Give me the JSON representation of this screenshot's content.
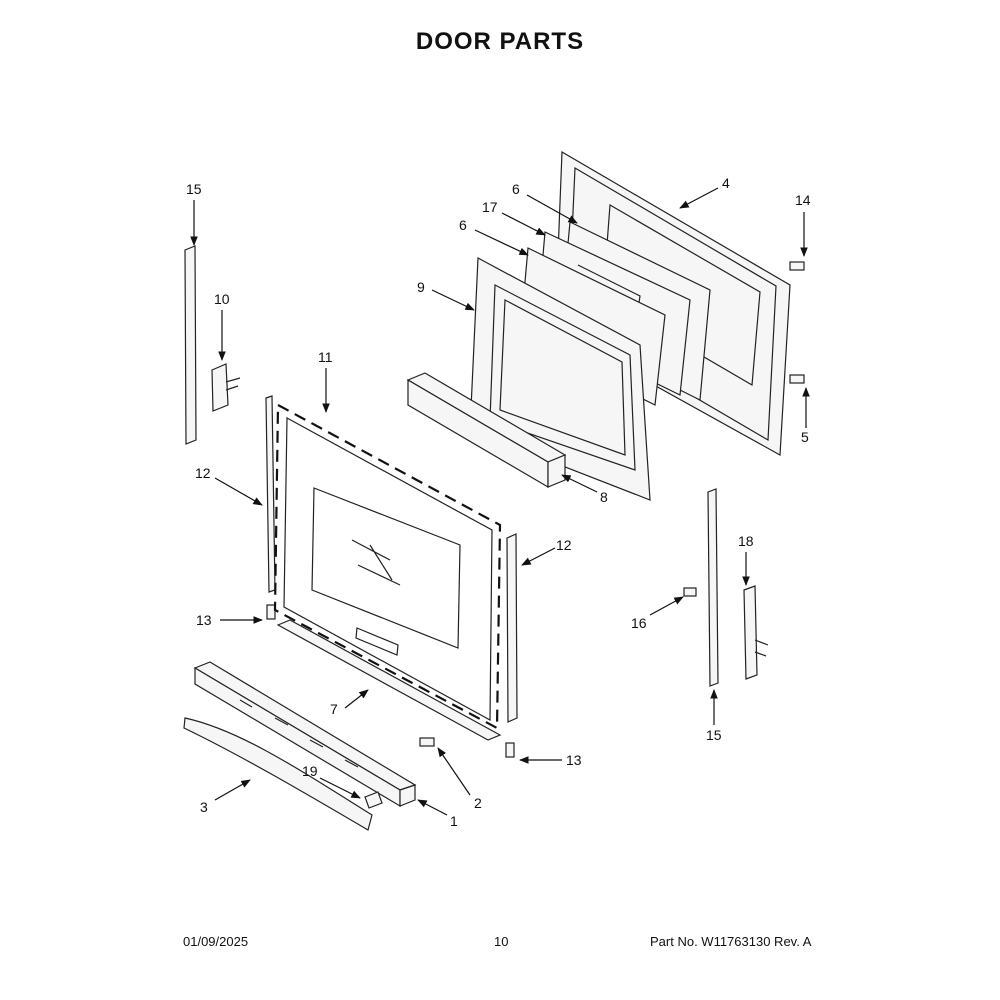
{
  "header": {
    "title": "DOOR PARTS"
  },
  "footer": {
    "date": "01/09/2025",
    "page": "10",
    "part_number": "Part No.  W11763130  Rev.  A"
  },
  "callouts": [
    {
      "id": "c15a",
      "label": "15"
    },
    {
      "id": "c10",
      "label": "10"
    },
    {
      "id": "c11",
      "label": "11"
    },
    {
      "id": "c12a",
      "label": "12"
    },
    {
      "id": "c13a",
      "label": "13"
    },
    {
      "id": "c7",
      "label": "7"
    },
    {
      "id": "c3",
      "label": "3"
    },
    {
      "id": "c19",
      "label": "19"
    },
    {
      "id": "c2",
      "label": "2"
    },
    {
      "id": "c1",
      "label": "1"
    },
    {
      "id": "c13b",
      "label": "13"
    },
    {
      "id": "c12b",
      "label": "12"
    },
    {
      "id": "c6a",
      "label": "6"
    },
    {
      "id": "c17",
      "label": "17"
    },
    {
      "id": "c6b",
      "label": "6"
    },
    {
      "id": "c9",
      "label": "9"
    },
    {
      "id": "c4",
      "label": "4"
    },
    {
      "id": "c14",
      "label": "14"
    },
    {
      "id": "c5",
      "label": "5"
    },
    {
      "id": "c8",
      "label": "8"
    },
    {
      "id": "c18",
      "label": "18"
    },
    {
      "id": "c16",
      "label": "16"
    },
    {
      "id": "c15b",
      "label": "15"
    }
  ]
}
